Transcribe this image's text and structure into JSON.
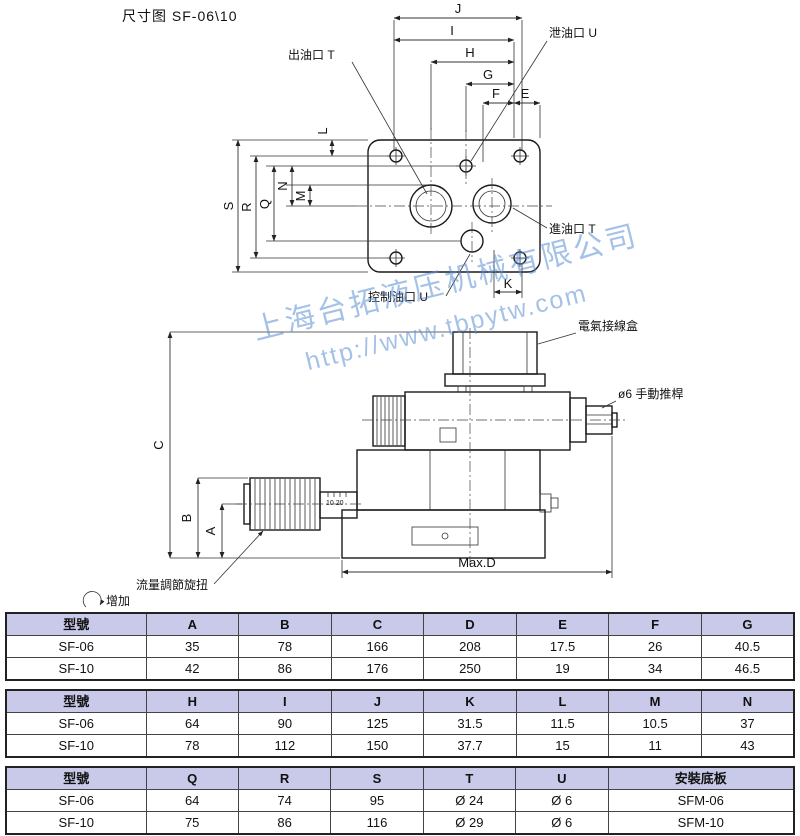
{
  "title": "尺寸图 SF-06\\10",
  "watermark": {
    "company": "上海台拓液压机械有限公司",
    "url": "http://www.tbpytw.com",
    "color": "#5b8fd4"
  },
  "drawing": {
    "port_labels": {
      "outlet": "出油口 T",
      "drain": "泄油口 U",
      "inlet": "進油口 T",
      "control": "控制油口 U"
    },
    "callouts": {
      "junction_box": "電氣接線盒",
      "push_rod": "ø6 手動推桿",
      "flow_knob": "流量調節旋扭",
      "increase": "增加",
      "knob_scale": "10 20"
    },
    "dims": {
      "A": "A",
      "B": "B",
      "C": "C",
      "E": "E",
      "F": "F",
      "G": "G",
      "H": "H",
      "I": "I",
      "J": "J",
      "K": "K",
      "L": "L",
      "M": "M",
      "N": "N",
      "Q": "Q",
      "R": "R",
      "S": "S",
      "maxd": "Max.D"
    }
  },
  "tables": [
    {
      "headers": [
        "型號",
        "A",
        "B",
        "C",
        "D",
        "E",
        "F",
        "G"
      ],
      "rows": [
        [
          "SF-06",
          "35",
          "78",
          "166",
          "208",
          "17.5",
          "26",
          "40.5"
        ],
        [
          "SF-10",
          "42",
          "86",
          "176",
          "250",
          "19",
          "34",
          "46.5"
        ]
      ]
    },
    {
      "headers": [
        "型號",
        "H",
        "I",
        "J",
        "K",
        "L",
        "M",
        "N"
      ],
      "rows": [
        [
          "SF-06",
          "64",
          "90",
          "125",
          "31.5",
          "11.5",
          "10.5",
          "37"
        ],
        [
          "SF-10",
          "78",
          "112",
          "150",
          "37.7",
          "15",
          "11",
          "43"
        ]
      ]
    },
    {
      "headers": [
        "型號",
        "Q",
        "R",
        "S",
        "T",
        "U",
        "安裝底板"
      ],
      "rows": [
        [
          "SF-06",
          "64",
          "74",
          "95",
          "Ø 24",
          "Ø 6",
          "SFM-06"
        ],
        [
          "SF-10",
          "75",
          "86",
          "116",
          "Ø 29",
          "Ø 6",
          "SFM-10"
        ]
      ]
    }
  ]
}
